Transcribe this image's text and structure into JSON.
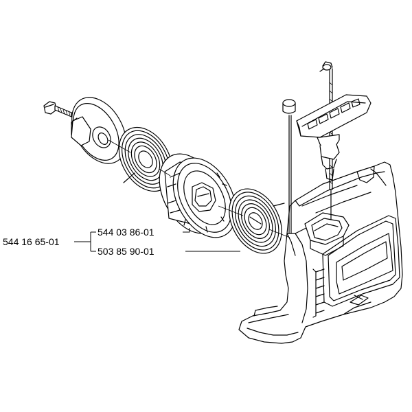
{
  "labels": {
    "assembly": "544 16 65-01",
    "pulley": "544 03 86-01",
    "spring": "503 85 90-01"
  },
  "colors": {
    "line": "#000000",
    "background": "#ffffff"
  }
}
